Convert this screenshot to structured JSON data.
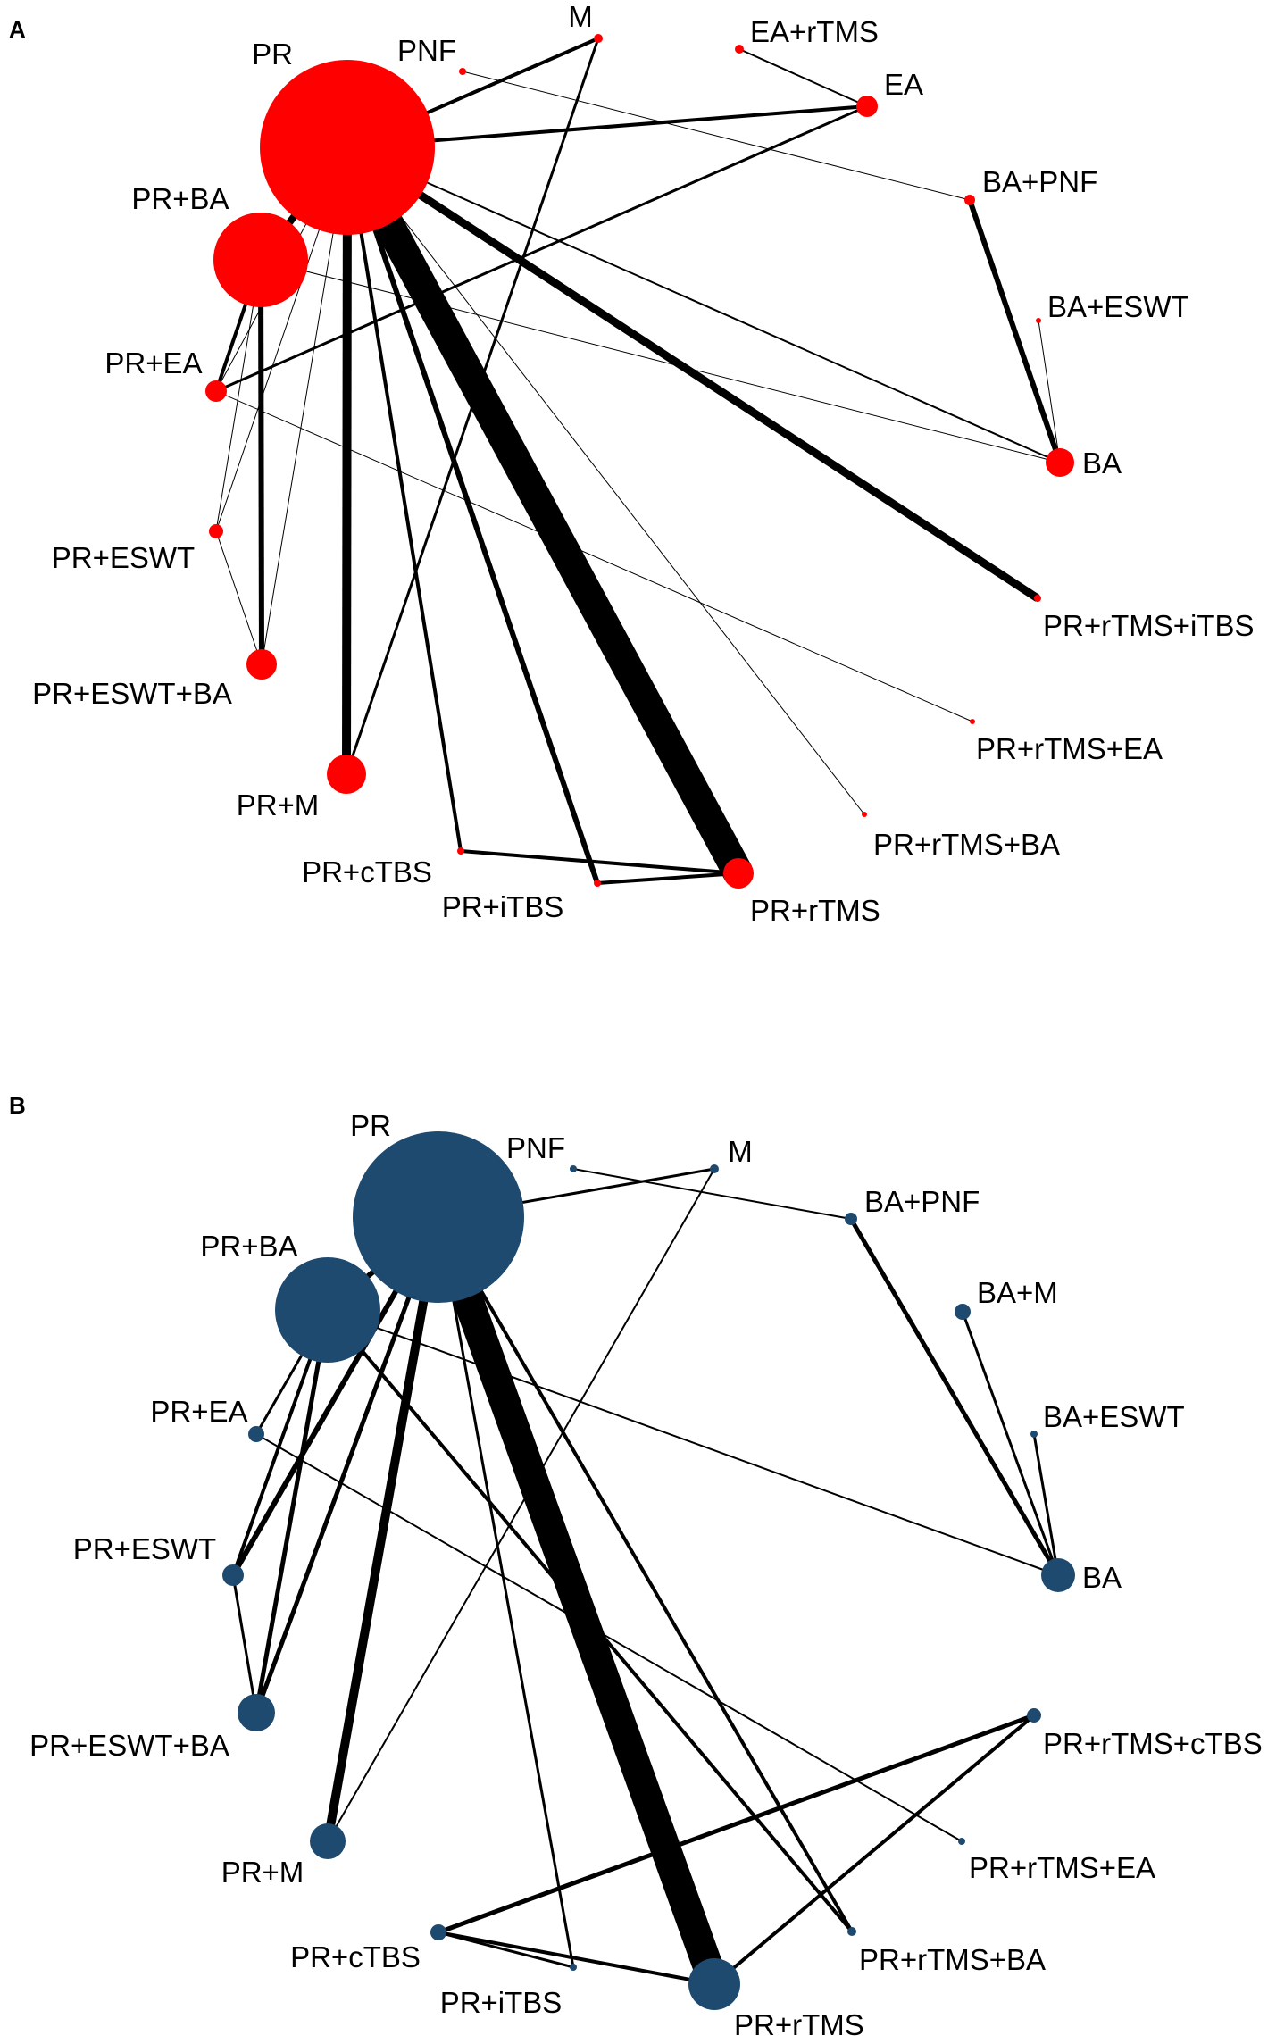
{
  "panels": [
    {
      "letter": "A",
      "node_color": "#ff0000",
      "nodes": [
        {
          "id": "PR",
          "label": "PR"
        },
        {
          "id": "PNF",
          "label": "PNF"
        },
        {
          "id": "M",
          "label": "M"
        },
        {
          "id": "EA+rTMS",
          "label": "EA+rTMS"
        },
        {
          "id": "EA",
          "label": "EA"
        },
        {
          "id": "BA+PNF",
          "label": "BA+PNF"
        },
        {
          "id": "BA+ESWT",
          "label": "BA+ESWT"
        },
        {
          "id": "BA",
          "label": "BA"
        },
        {
          "id": "PR+rTMS+iTBS",
          "label": "PR+rTMS+iTBS"
        },
        {
          "id": "PR+rTMS+EA",
          "label": "PR+rTMS+EA"
        },
        {
          "id": "PR+rTMS+BA",
          "label": "PR+rTMS+BA"
        },
        {
          "id": "PR+rTMS",
          "label": "PR+rTMS"
        },
        {
          "id": "PR+iTBS",
          "label": "PR+iTBS"
        },
        {
          "id": "PR+cTBS",
          "label": "PR+cTBS"
        },
        {
          "id": "PR+M",
          "label": "PR+M"
        },
        {
          "id": "PR+ESWT+BA",
          "label": "PR+ESWT+BA"
        },
        {
          "id": "PR+ESWT",
          "label": "PR+ESWT"
        },
        {
          "id": "PR+EA",
          "label": "PR+EA"
        },
        {
          "id": "PR+BA",
          "label": "PR+BA"
        }
      ],
      "edges": [
        {
          "a": "PR",
          "b": "PR+rTMS"
        },
        {
          "a": "PR",
          "b": "PR+M"
        },
        {
          "a": "PR",
          "b": "PR+rTMS+iTBS"
        },
        {
          "a": "PR",
          "b": "PR+iTBS"
        },
        {
          "a": "PR",
          "b": "PR+cTBS"
        },
        {
          "a": "PR",
          "b": "BA"
        },
        {
          "a": "PR",
          "b": "EA"
        },
        {
          "a": "PR",
          "b": "M"
        },
        {
          "a": "PR",
          "b": "PR+rTMS+BA"
        },
        {
          "a": "PR",
          "b": "PR+ESWT"
        },
        {
          "a": "PR",
          "b": "PR+EA"
        },
        {
          "a": "PR",
          "b": "PR+ESWT+BA"
        },
        {
          "a": "PR",
          "b": "PR+BA"
        },
        {
          "a": "PR+BA",
          "b": "PR+ESWT+BA"
        },
        {
          "a": "PR+BA",
          "b": "PR+EA"
        },
        {
          "a": "PR+BA",
          "b": "BA"
        },
        {
          "a": "PR+BA",
          "b": "PR+ESWT"
        },
        {
          "a": "PR+ESWT",
          "b": "PR+ESWT+BA"
        },
        {
          "a": "PR+EA",
          "b": "EA"
        },
        {
          "a": "PR+EA",
          "b": "PR+rTMS+EA"
        },
        {
          "a": "PR+cTBS",
          "b": "PR+rTMS"
        },
        {
          "a": "PR+iTBS",
          "b": "PR+rTMS"
        },
        {
          "a": "PNF",
          "b": "BA+PNF"
        },
        {
          "a": "BA+PNF",
          "b": "BA"
        },
        {
          "a": "BA+ESWT",
          "b": "BA"
        },
        {
          "a": "EA+rTMS",
          "b": "EA"
        },
        {
          "a": "M",
          "b": "PR+M"
        }
      ]
    },
    {
      "letter": "B",
      "node_color": "#1f4a6f",
      "nodes": [
        {
          "id": "PR",
          "label": "PR"
        },
        {
          "id": "PNF",
          "label": "PNF"
        },
        {
          "id": "M",
          "label": "M"
        },
        {
          "id": "BA+PNF",
          "label": "BA+PNF"
        },
        {
          "id": "BA+M",
          "label": "BA+M"
        },
        {
          "id": "BA+ESWT",
          "label": "BA+ESWT"
        },
        {
          "id": "BA",
          "label": "BA"
        },
        {
          "id": "PR+rTMS+cTBS",
          "label": "PR+rTMS+cTBS"
        },
        {
          "id": "PR+rTMS+EA",
          "label": "PR+rTMS+EA"
        },
        {
          "id": "PR+rTMS+BA",
          "label": "PR+rTMS+BA"
        },
        {
          "id": "PR+rTMS",
          "label": "PR+rTMS"
        },
        {
          "id": "PR+iTBS",
          "label": "PR+iTBS"
        },
        {
          "id": "PR+cTBS",
          "label": "PR+cTBS"
        },
        {
          "id": "PR+M",
          "label": "PR+M"
        },
        {
          "id": "PR+ESWT+BA",
          "label": "PR+ESWT+BA"
        },
        {
          "id": "PR+ESWT",
          "label": "PR+ESWT"
        },
        {
          "id": "PR+EA",
          "label": "PR+EA"
        },
        {
          "id": "PR+BA",
          "label": "PR+BA"
        }
      ],
      "edges": [
        {
          "a": "PR",
          "b": "PR+rTMS"
        },
        {
          "a": "PR",
          "b": "PR+M"
        },
        {
          "a": "PR",
          "b": "PR+ESWT+BA"
        },
        {
          "a": "PR",
          "b": "PR+ESWT"
        },
        {
          "a": "PR",
          "b": "PR+rTMS+BA"
        },
        {
          "a": "PR",
          "b": "PR+iTBS"
        },
        {
          "a": "PR",
          "b": "M"
        },
        {
          "a": "PR",
          "b": "PR+BA"
        },
        {
          "a": "PR+BA",
          "b": "PR+ESWT+BA"
        },
        {
          "a": "PR+BA",
          "b": "PR+ESWT"
        },
        {
          "a": "PR+BA",
          "b": "PR+rTMS+BA"
        },
        {
          "a": "PR+BA",
          "b": "BA"
        },
        {
          "a": "PR+BA",
          "b": "PR+EA"
        },
        {
          "a": "PR+ESWT",
          "b": "PR+ESWT+BA"
        },
        {
          "a": "PR+EA",
          "b": "PR+rTMS+EA"
        },
        {
          "a": "PR+cTBS",
          "b": "PR+rTMS+cTBS"
        },
        {
          "a": "PR+cTBS",
          "b": "PR+rTMS"
        },
        {
          "a": "PR+cTBS",
          "b": "PR+iTBS"
        },
        {
          "a": "PR+rTMS",
          "b": "PR+rTMS+cTBS"
        },
        {
          "a": "PNF",
          "b": "BA+PNF"
        },
        {
          "a": "BA+PNF",
          "b": "BA"
        },
        {
          "a": "BA+M",
          "b": "BA"
        },
        {
          "a": "BA+ESWT",
          "b": "BA"
        },
        {
          "a": "M",
          "b": "PR+M"
        }
      ]
    }
  ]
}
